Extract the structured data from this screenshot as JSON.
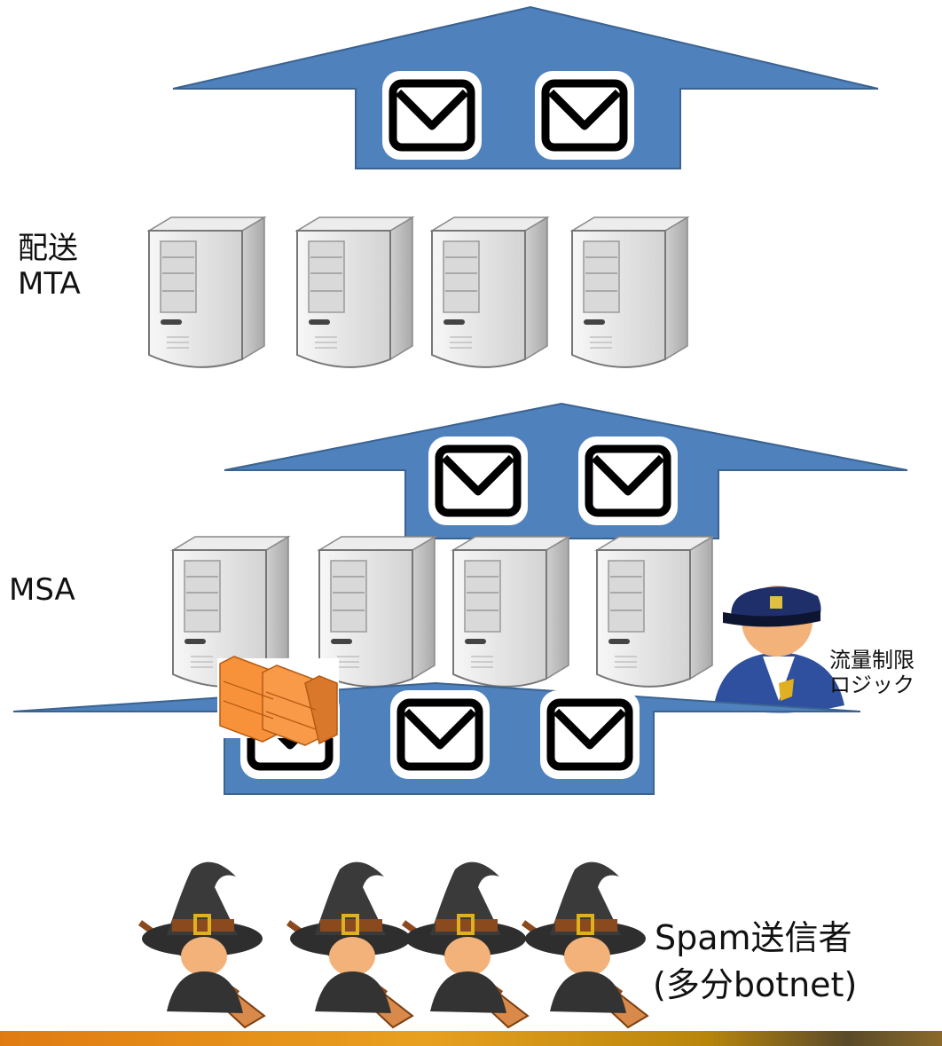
{
  "labels": {
    "delivery_mta": "配送\nMTA",
    "msa": "MSA",
    "rate_limit": "流量制限\nロジック",
    "spam_sender_line1": "Spam送信者",
    "spam_sender_line2": "(多分botnet)"
  },
  "colors": {
    "arrow_fill": "#4f81bd",
    "arrow_stroke": "#3b6391",
    "server_body": "#e6e6e6",
    "firewall": "#f7923a",
    "police_uniform": "#2f4f9f",
    "witch_hat": "#2b2b2b",
    "bottom_bar_start": "#e07b12",
    "bottom_bar_end": "#5a4a2a"
  },
  "icons": {
    "arrows": [
      "up-arrow-icon",
      "up-arrow-icon",
      "up-arrow-icon"
    ],
    "mail": "envelope-icon",
    "server": "server-icon",
    "firewall": "firewall-icon",
    "police": "police-officer-icon",
    "witch": "witch-icon"
  },
  "counts": {
    "top_arrow_envelopes": 2,
    "middle_arrow_envelopes": 2,
    "bottom_arrow_envelopes": 3,
    "mta_servers": 4,
    "msa_servers": 4,
    "spam_senders": 4
  }
}
